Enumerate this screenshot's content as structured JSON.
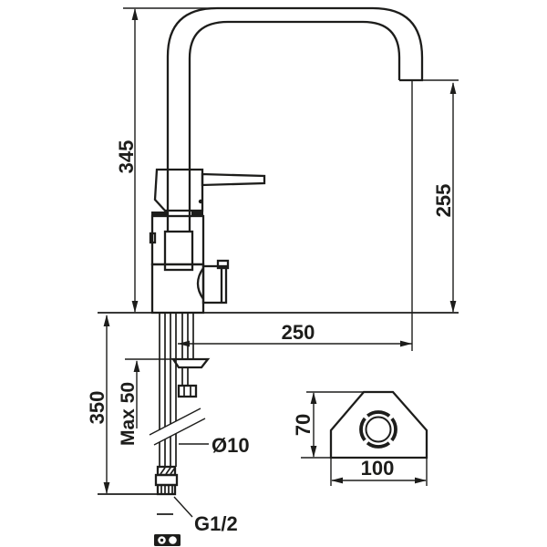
{
  "colors": {
    "line": "#1d1d1b",
    "background": "#ffffff"
  },
  "labels": {
    "total_height": "345",
    "outlet_height": "255",
    "reach": "250",
    "below_deck_length": "350",
    "max_deck_thickness": "Max 50",
    "pipe_diameter": "Ø10",
    "thread_size": "G1/2",
    "base_depth": "70",
    "base_width": "100"
  }
}
